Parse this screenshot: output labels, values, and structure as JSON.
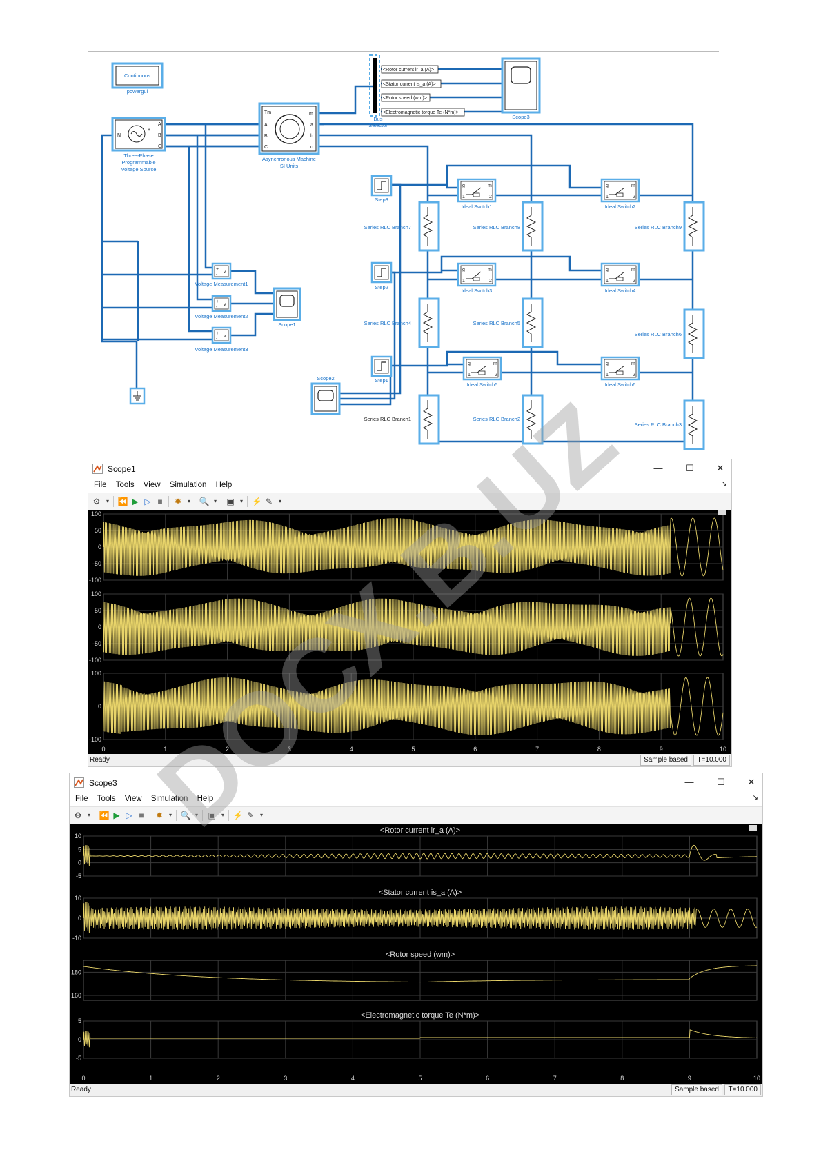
{
  "diagram": {
    "powergui": {
      "label": "Continuous",
      "caption": "powergui"
    },
    "source": {
      "caption_lines": [
        "Three-Phase",
        "Programmable",
        "Voltage Source"
      ],
      "port_n": "N",
      "ports": [
        "A",
        "B",
        "C"
      ]
    },
    "machine": {
      "caption_lines": [
        "Asynchronous Machine",
        "SI Units"
      ],
      "ports_left": [
        "Tm",
        "A",
        "B",
        "C"
      ],
      "ports_right": [
        "m",
        "a",
        "b",
        "c"
      ]
    },
    "bus_selector": {
      "caption_lines": [
        "Bus",
        "Selector"
      ],
      "signals": [
        "<Rotor current ir_a (A)>",
        "<Stator current is_a (A)>",
        "<Rotor speed (wm)>",
        "<Electromagnetic torque Te (N*m)>"
      ]
    },
    "scope3": "Scope3",
    "scope1": "Scope1",
    "scope2": "Scope2",
    "voltage_measurements": [
      "Voltage Measurement1",
      "Voltage Measurement2",
      "Voltage Measurement3"
    ],
    "vm_ports": {
      "plus": "+",
      "minus": "-",
      "v": "v"
    },
    "steps": [
      "Step3",
      "Step2",
      "Step1"
    ],
    "switches": [
      "Ideal Switch1",
      "Ideal Switch2",
      "Ideal Switch3",
      "Ideal Switch4",
      "Ideal Switch5",
      "Ideal Switch6"
    ],
    "switch_ports": {
      "g": "g",
      "m": "m",
      "p1": "1",
      "p2": "2"
    },
    "rlc_row1": [
      "Series RLC Branch7",
      "Series RLC Branch8",
      "Series RLC Branch9"
    ],
    "rlc_row2": [
      "Series RLC Branch4",
      "Series RLC Branch5",
      "Series RLC Branch6"
    ],
    "rlc_row3": [
      "Series RLC Branch1",
      "Series RLC Branch2",
      "Series RLC Branch3"
    ]
  },
  "scope1_window": {
    "title": "Scope1",
    "menu": [
      "File",
      "Tools",
      "View",
      "Simulation",
      "Help"
    ],
    "status": "Ready",
    "sample_mode": "Sample based",
    "time_readout": "T=10.000",
    "panels": [
      {
        "yticks": [
          "100",
          "50",
          "0",
          "-50",
          "-100"
        ]
      },
      {
        "yticks": [
          "100",
          "50",
          "0",
          "-50",
          "-100"
        ]
      },
      {
        "yticks": [
          "100",
          "0",
          "-100"
        ]
      }
    ],
    "xticks": [
      "0",
      "1",
      "2",
      "3",
      "4",
      "5",
      "6",
      "7",
      "8",
      "9",
      "10"
    ]
  },
  "scope3_window": {
    "title": "Scope3",
    "menu": [
      "File",
      "Tools",
      "View",
      "Simulation",
      "Help"
    ],
    "status": "Ready",
    "sample_mode": "Sample based",
    "time_readout": "T=10.000",
    "panels": [
      {
        "title": "<Rotor current ir_a (A)>",
        "yticks": [
          "10",
          "5",
          "0",
          "-5"
        ]
      },
      {
        "title": "<Stator current is_a (A)>",
        "yticks": [
          "10",
          "0",
          "-10"
        ]
      },
      {
        "title": "<Rotor speed (wm)>",
        "yticks": [
          "180",
          "160"
        ]
      },
      {
        "title": "<Electromagnetic torque Te (N*m)>",
        "yticks": [
          "5",
          "0",
          "-5"
        ]
      }
    ],
    "xticks": [
      "0",
      "1",
      "2",
      "3",
      "4",
      "5",
      "6",
      "7",
      "8",
      "9",
      "10"
    ]
  },
  "colors": {
    "signal_line": "#1c69b4",
    "block_border": "#5aaee8",
    "trace": "#e8d46a",
    "plot_bg": "#000000",
    "watermark": "#9a9a9a"
  },
  "watermark": "DOCX.B.UZ"
}
